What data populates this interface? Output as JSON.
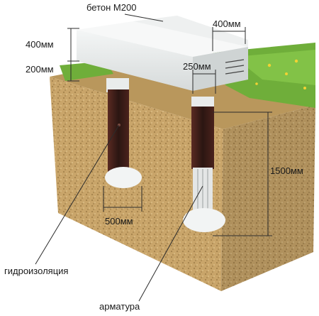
{
  "labels": {
    "concrete": "бетон М200",
    "width_top": "400мм",
    "height_beam": "400мм",
    "depth_above_ground": "200мм",
    "pillar_diameter": "250мм",
    "depth_total": "1500мм",
    "base_diameter": "500мм",
    "waterproofing": "гидроизоляция",
    "rebar": "арматура"
  },
  "colors": {
    "concrete": "#e9ecec",
    "soil": "#c9a56a",
    "soil_dark": "#9c7b45",
    "grass": "#6fae3a",
    "waterproofing": "#3a1e1a",
    "line": "#2b2b2b"
  }
}
